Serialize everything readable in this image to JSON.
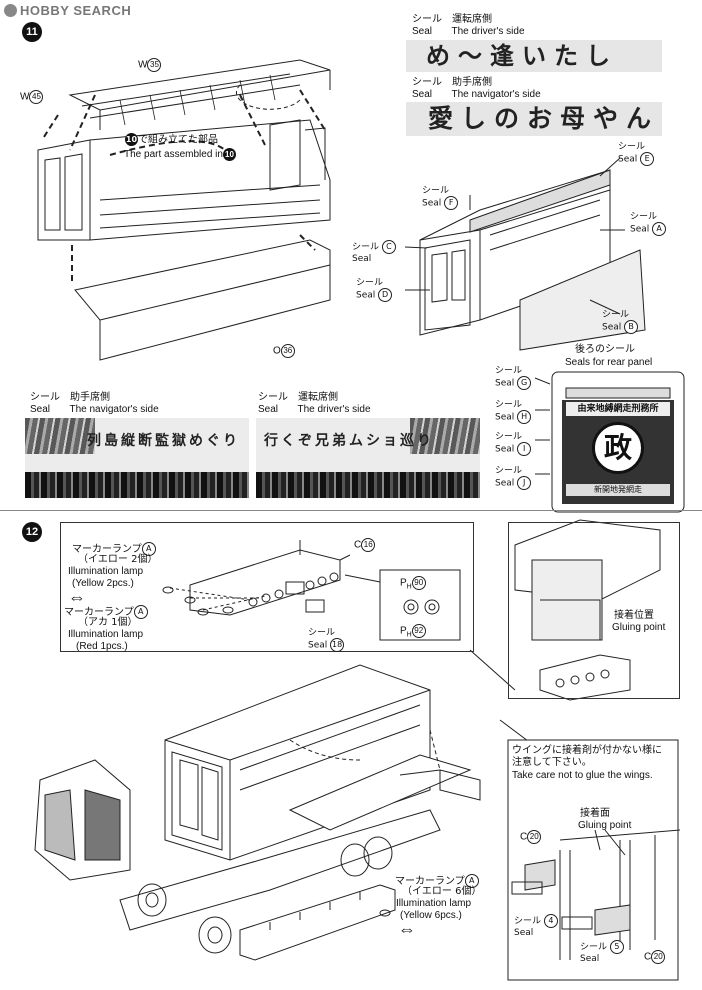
{
  "logo": {
    "text": "HOBBY SEARCH"
  },
  "step11": {
    "number": "11",
    "labels": {
      "w35": "35",
      "w45": "45",
      "w_prefix": "W",
      "o36": "36",
      "o_prefix": "O"
    },
    "assembled": {
      "ref": "10",
      "jp": "で組み立てた部品",
      "en": "The part assembled in"
    },
    "seal_driver_top": {
      "jp": "シール　運転席側",
      "label": "Seal",
      "en": "The driver's side",
      "text": "め〜逢いたし"
    },
    "seal_nav_top": {
      "jp": "シール　助手席側",
      "label": "Seal",
      "en": "The navigator's side",
      "text": "愛しのお母やん"
    },
    "seals_box": {
      "E": "E",
      "F": "F",
      "A": "A",
      "C": "C",
      "D": "D",
      "B": "B",
      "jp": "シール",
      "en": "Seal"
    },
    "seal_nav_bottom": {
      "jp": "シール　助手席側",
      "label": "Seal",
      "en": "The navigator's side",
      "text": "列島縦断監獄めぐり"
    },
    "seal_driver_bottom": {
      "jp": "シール　運転席側",
      "label": "Seal",
      "en": "The driver's side",
      "text": "行くぞ兄弟ムショ巡り"
    },
    "rear": {
      "jp": "後ろのシール",
      "en": "Seals for rear panel",
      "G": "G",
      "H": "H",
      "I": "I",
      "J": "J",
      "banner": "由来地縛網走刑務所",
      "emblem": "政",
      "bottom": "新開地発網走"
    }
  },
  "step12": {
    "number": "12",
    "marker_yellow": {
      "jp": "マーカーランプ",
      "ref": "A",
      "jp2": "（イエロー 2個）",
      "en1": "Illumination lamp",
      "en2": "(Yellow 2pcs.)"
    },
    "marker_red": {
      "jp": "マーカーランプ",
      "ref": "A",
      "jp2": "（アカ 1個）",
      "en1": "Illumination lamp",
      "en2": "(Red 1pcs.)"
    },
    "c16": {
      "prefix": "C",
      "ref": "16"
    },
    "seal18": {
      "jp": "シール",
      "en": "Seal",
      "ref": "18"
    },
    "ph90": {
      "prefix": "P",
      "sub": "H",
      "ref": "90"
    },
    "ph92": {
      "prefix": "P",
      "sub": "H",
      "ref": "92"
    },
    "gluing": {
      "jp": "接着位置",
      "en": "Gluing point"
    },
    "marker_six": {
      "jp": "マーカーランプ",
      "ref": "A",
      "jp2": "（イエロー 6個）",
      "en1": "Illumination lamp",
      "en2": "(Yellow 6pcs.)"
    },
    "wings_note": {
      "jp1": "ウイングに接着剤が付かない様に",
      "jp2": "注意して下さい。",
      "en": "Take care not to glue the wings."
    },
    "glue_face": {
      "jp": "接着面",
      "en": "Gluing point"
    },
    "c20a": {
      "prefix": "C",
      "ref": "20"
    },
    "c20b": {
      "prefix": "C",
      "ref": "20"
    },
    "seal4": {
      "jp": "シール",
      "en": "Seal",
      "ref": "4"
    },
    "seal5": {
      "jp": "シール",
      "en": "Seal",
      "ref": "5"
    }
  }
}
